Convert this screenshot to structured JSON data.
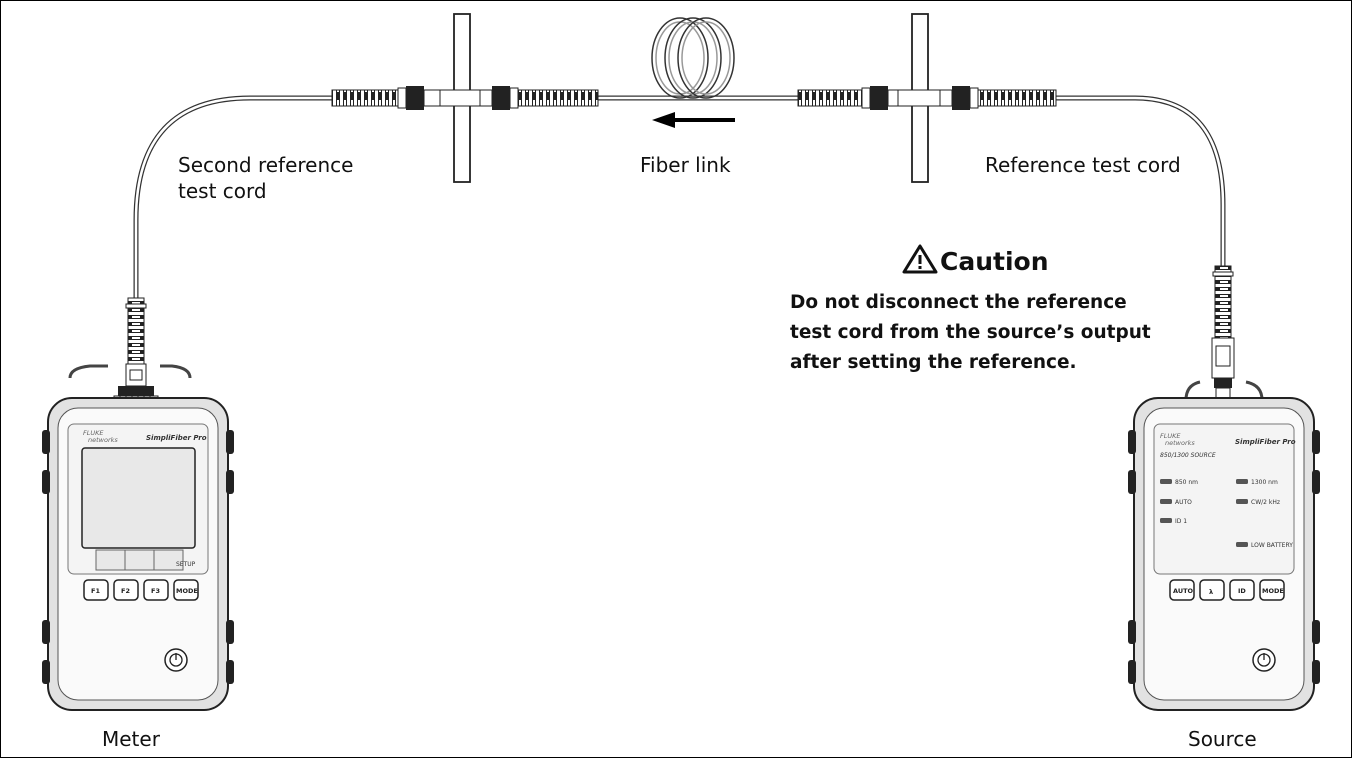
{
  "labels": {
    "second_ref_line1": "Second reference",
    "second_ref_line2": "test cord",
    "fiber_link": "Fiber link",
    "ref_test_cord": "Reference test cord",
    "meter": "Meter",
    "source": "Source"
  },
  "caution": {
    "title": "Caution",
    "line1": "Do not disconnect the reference",
    "line2": "test cord from the source’s output",
    "line3": "after setting the reference."
  },
  "meter_device": {
    "brand_line1": "FLUKE",
    "brand_line2": "networks",
    "model": "SimpliFiber Pro",
    "setup": "SETUP",
    "keys": [
      "F1",
      "F2",
      "F3",
      "MODE"
    ]
  },
  "source_device": {
    "brand_line1": "FLUKE",
    "brand_line2": "networks",
    "model": "SimpliFiber Pro",
    "subtitle": "850/1300 SOURCE",
    "led_850": "850 nm",
    "led_1300": "1300 nm",
    "led_auto": "AUTO",
    "led_cw": "CW/2 kHz",
    "led_id": "ID 1",
    "led_battery": "LOW BATTERY",
    "keys": [
      "AUTO",
      "λ",
      "ID",
      "MODE"
    ]
  },
  "icons": {
    "warning": "warning-triangle-icon",
    "arrow": "left-arrow-icon",
    "power": "power-icon"
  }
}
